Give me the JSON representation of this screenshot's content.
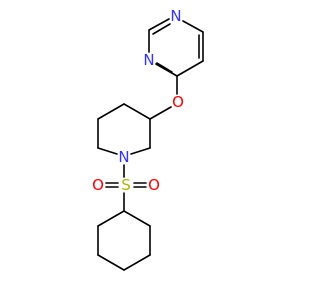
{
  "molecule": {
    "atoms": [
      {
        "id": "n1",
        "label": "N",
        "color": "#3333ff"
      },
      {
        "id": "n2",
        "label": "N",
        "color": "#3333ff"
      },
      {
        "id": "o1",
        "label": "O",
        "color": "#ff0000"
      },
      {
        "id": "n3",
        "label": "N",
        "color": "#3333ff"
      },
      {
        "id": "s1",
        "label": "S",
        "color": "#b2b200"
      },
      {
        "id": "o2",
        "label": "O",
        "color": "#ff0000"
      },
      {
        "id": "o3",
        "label": "O",
        "color": "#ff0000"
      }
    ],
    "bond_color": "#000000"
  }
}
